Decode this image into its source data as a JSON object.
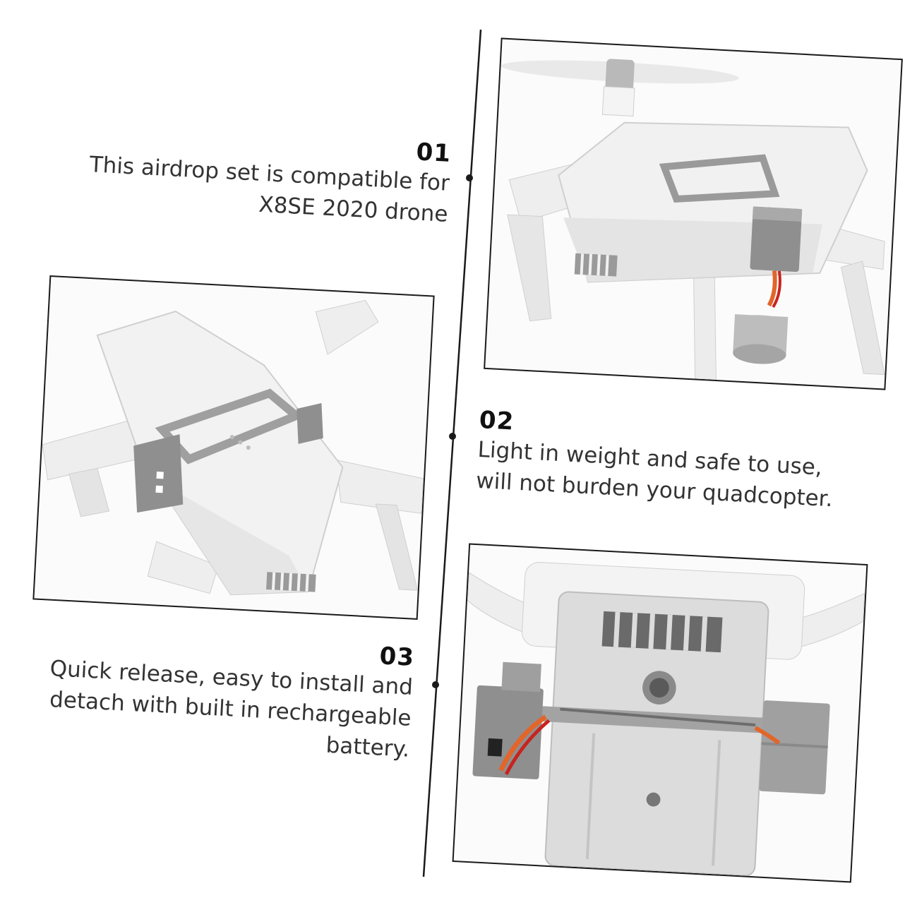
{
  "features": [
    {
      "number": "01",
      "lines": [
        "This airdrop set is compatible for",
        "X8SE 2020 drone"
      ]
    },
    {
      "number": "02",
      "lines": [
        "Light in weight and safe to use,",
        "will not burden your quadcopter."
      ]
    },
    {
      "number": "03",
      "lines": [
        "Quick release, easy to install and",
        "detach with built in rechargeable",
        "battery."
      ]
    }
  ],
  "photos": [
    {
      "subject": "drone-top-view-with-airdrop"
    },
    {
      "subject": "drone-angled-view-with-airdrop"
    },
    {
      "subject": "drone-bottom-view-with-airdrop"
    }
  ],
  "colors": {
    "drone_body": "#ececec",
    "airdrop_unit": "#8f8f8f",
    "wire_orange": "#e2652a",
    "wire_red": "#c8231e",
    "divider": "#1a1a1a"
  }
}
